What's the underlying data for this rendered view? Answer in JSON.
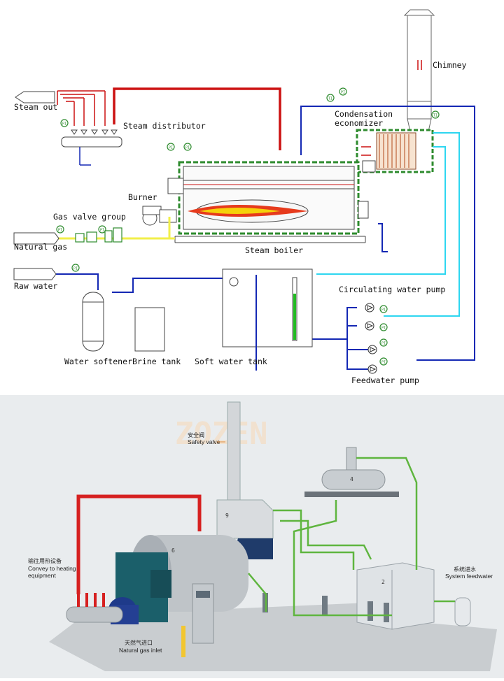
{
  "schematic": {
    "labels": {
      "steam_out": "Steam out",
      "steam_distributor": "Steam distributor",
      "chimney": "Chimney",
      "condensation_economizer_line1": "Condensation",
      "condensation_economizer_line2": "economizer",
      "burner": "Burner",
      "gas_valve_group": "Gas valve group",
      "natural_gas": "Natural gas",
      "steam_boiler": "Steam boiler",
      "raw_water": "Raw water",
      "circulating_water_pump": "Circulating water pump",
      "water_softener": "Water softener",
      "brine_tank": "Brine tank",
      "soft_water_tank": "Soft water tank",
      "feedwater_pump": "Feedwater pump"
    },
    "gauge_text": "PI",
    "thermo_text": "TI"
  },
  "render": {
    "watermark": "ZOZEN",
    "safety_valve_cn": "安全阀",
    "safety_valve_en": "Safety valve",
    "convey_cn": "输往用热设备",
    "convey_en_line1": "Convey to heating",
    "convey_en_line2": "equipment",
    "gas_inlet_cn": "天然气进口",
    "gas_inlet_en": "Natural gas inlet",
    "system_feed_cn": "系统进水",
    "system_feed_en": "System feedwater",
    "tank_number": "2",
    "vessel_number": "4",
    "economizer_number": "9",
    "boiler_number": "6"
  },
  "colors": {
    "steam": "#cc1111",
    "feedwater": "#1428b4",
    "circulating": "#2ed6f0",
    "softwater_gauge": "#22bb22",
    "gas": "#f2ef4a",
    "green_pipe": "#5fb53f",
    "boiler_outline": "#2e8b2e",
    "render_bg": "#e9ecee"
  }
}
